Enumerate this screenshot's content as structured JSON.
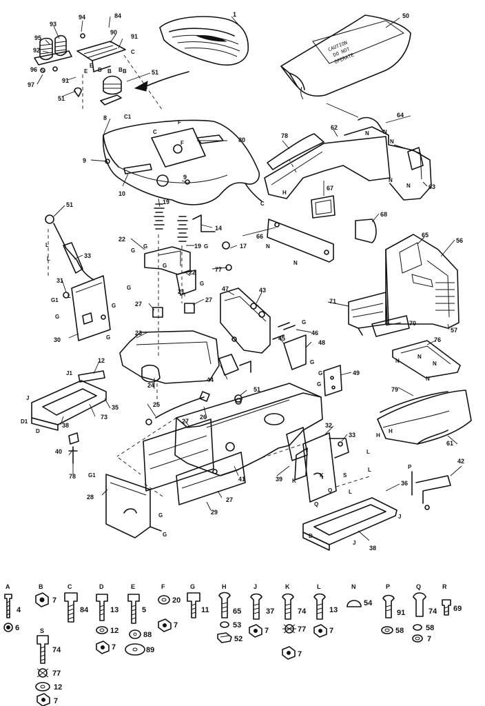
{
  "diagram": {
    "callouts": [
      "1",
      "50",
      "94",
      "84",
      "93",
      "90",
      "91",
      "95",
      "92",
      "96",
      "97",
      "91",
      "51",
      "51",
      "8",
      "80",
      "9",
      "10",
      "9",
      "78",
      "62",
      "64",
      "63",
      "67",
      "68",
      "66",
      "65",
      "56",
      "51",
      "33",
      "31",
      "30",
      "19",
      "14",
      "22",
      "19",
      "17",
      "22",
      "77",
      "21",
      "27",
      "27",
      "23",
      "47",
      "43",
      "46",
      "48",
      "71",
      "70",
      "57",
      "76",
      "45",
      "44",
      "49",
      "12",
      "35",
      "73",
      "38",
      "25",
      "26",
      "51",
      "27",
      "24",
      "32",
      "33",
      "40",
      "78",
      "41",
      "39",
      "28",
      "29",
      "27",
      "79",
      "61",
      "42",
      "36",
      "38"
    ],
    "drawing_letters": [
      "C1",
      "C",
      "F",
      "F",
      "C",
      "E",
      "B",
      "B",
      "B",
      "C",
      "N",
      "N",
      "N",
      "N",
      "N",
      "H",
      "H",
      "N",
      "N",
      "G",
      "G",
      "G",
      "G",
      "G",
      "G",
      "G",
      "G",
      "G",
      "G",
      "G",
      "G",
      "L",
      "L",
      "L",
      "L",
      "J1",
      "J",
      "D1",
      "D",
      "G1",
      "G",
      "G1",
      "G",
      "G",
      "K",
      "K",
      "S",
      "L",
      "L",
      "Q",
      "Q",
      "P",
      "J",
      "D",
      "J",
      "N",
      "N",
      "N",
      "N",
      "H",
      "B",
      "E"
    ],
    "decal_lines": [
      "CAUTION",
      "DO NOT",
      "OPERATE"
    ],
    "hardware": [
      {
        "letter": "A",
        "parts": [
          "4",
          "6"
        ]
      },
      {
        "letter": "B",
        "parts": [
          "7"
        ]
      },
      {
        "letter": "C",
        "parts": [
          "84"
        ]
      },
      {
        "letter": "D",
        "parts": [
          "13",
          "12",
          "7"
        ]
      },
      {
        "letter": "E",
        "parts": [
          "5",
          "88",
          "89"
        ]
      },
      {
        "letter": "F",
        "parts": [
          "20",
          "7"
        ]
      },
      {
        "letter": "G",
        "parts": [
          "11"
        ]
      },
      {
        "letter": "H",
        "parts": [
          "65",
          "53",
          "52"
        ]
      },
      {
        "letter": "J",
        "parts": [
          "37",
          "7"
        ]
      },
      {
        "letter": "K",
        "parts": [
          "74",
          "77",
          "7"
        ]
      },
      {
        "letter": "L",
        "parts": [
          "13",
          "7"
        ]
      },
      {
        "letter": "N",
        "parts": [
          "54"
        ]
      },
      {
        "letter": "P",
        "parts": [
          "91",
          "58"
        ]
      },
      {
        "letter": "Q",
        "parts": [
          "74",
          "58",
          "7"
        ]
      },
      {
        "letter": "R",
        "parts": [
          "69"
        ]
      },
      {
        "letter": "S",
        "parts": [
          "74",
          "77",
          "12",
          "7"
        ]
      }
    ]
  }
}
